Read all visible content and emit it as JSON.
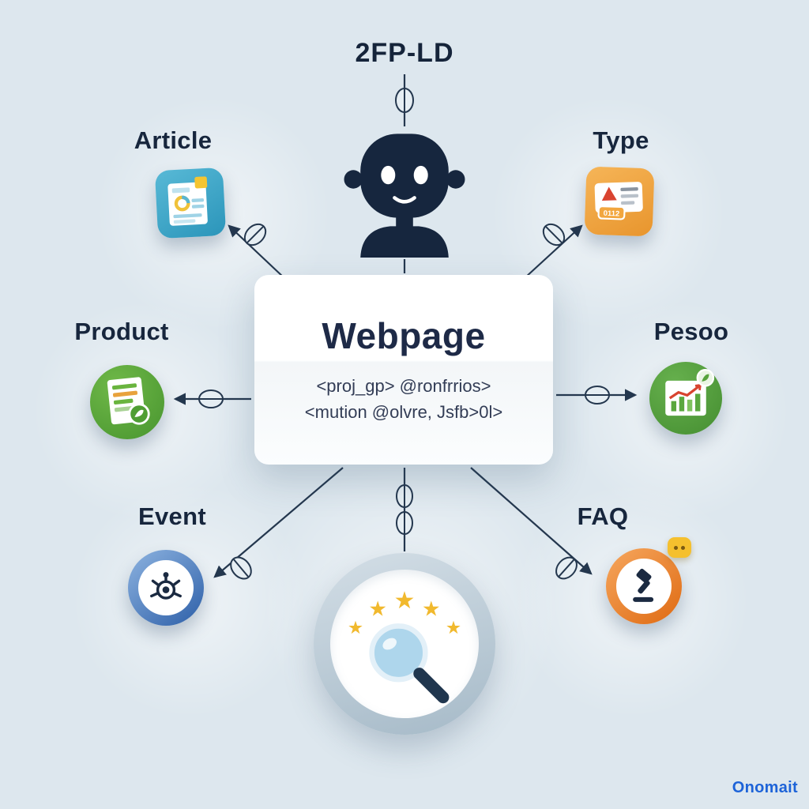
{
  "top_label": "2FP-LD",
  "card": {
    "title": "Webpage",
    "code_line_1": "<proj_gp> @ronfrrios>",
    "code_line_2": "<mution @olvre, Jsfb>0l>"
  },
  "nodes": {
    "article": {
      "label": "Article"
    },
    "type": {
      "label": "Type",
      "badge": "0112"
    },
    "product": {
      "label": "Product"
    },
    "person": {
      "label": "Pesoo"
    },
    "event": {
      "label": "Event"
    },
    "faq": {
      "label": "FAQ"
    }
  },
  "footer": {
    "logo": "Onomait"
  },
  "icons": {
    "robot": "robot-head",
    "search": "magnifier-with-rating-stars",
    "star_glyph": "★",
    "connector": "circle-link-node"
  },
  "colors": {
    "background": "#dde7ee",
    "ink": "#17263d",
    "connector": "#24374e",
    "article_teal": "#2f9fc0",
    "type_orange": "#ea962e",
    "product_green": "#4c9733",
    "person_green": "#4a9335",
    "event_blue": "#2d5fa8",
    "faq_orange": "#df6a12",
    "star_gold": "#f1b92e",
    "logo_blue": "#1d63d8"
  }
}
